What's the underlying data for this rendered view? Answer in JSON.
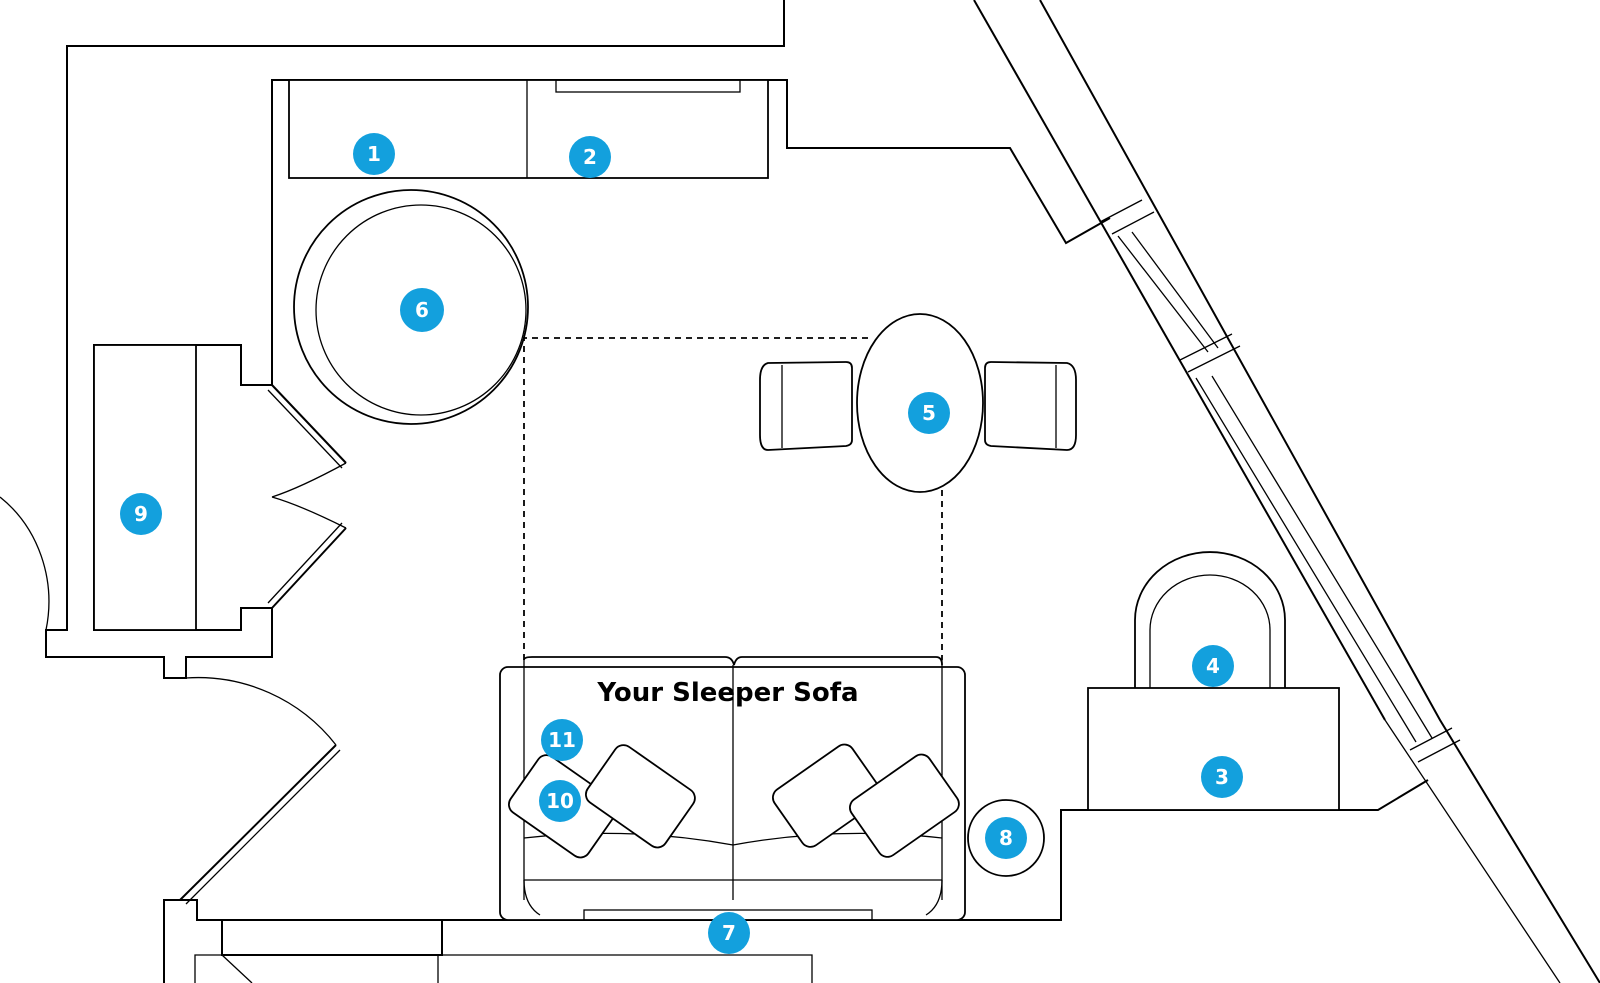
{
  "sofa_label": "Your Sleeper Sofa",
  "markers": [
    {
      "id": "1",
      "item": "cabinet-left"
    },
    {
      "id": "2",
      "item": "cabinet-right"
    },
    {
      "id": "3",
      "item": "desk"
    },
    {
      "id": "4",
      "item": "desk-chair"
    },
    {
      "id": "5",
      "item": "dining-table"
    },
    {
      "id": "6",
      "item": "round-rug"
    },
    {
      "id": "7",
      "item": "sofa-base"
    },
    {
      "id": "8",
      "item": "side-table"
    },
    {
      "id": "9",
      "item": "closet"
    },
    {
      "id": "10",
      "item": "pillow"
    },
    {
      "id": "11",
      "item": "pillow"
    }
  ],
  "colors": {
    "marker": "#13a0dd",
    "line": "#000000",
    "background": "#ffffff"
  }
}
